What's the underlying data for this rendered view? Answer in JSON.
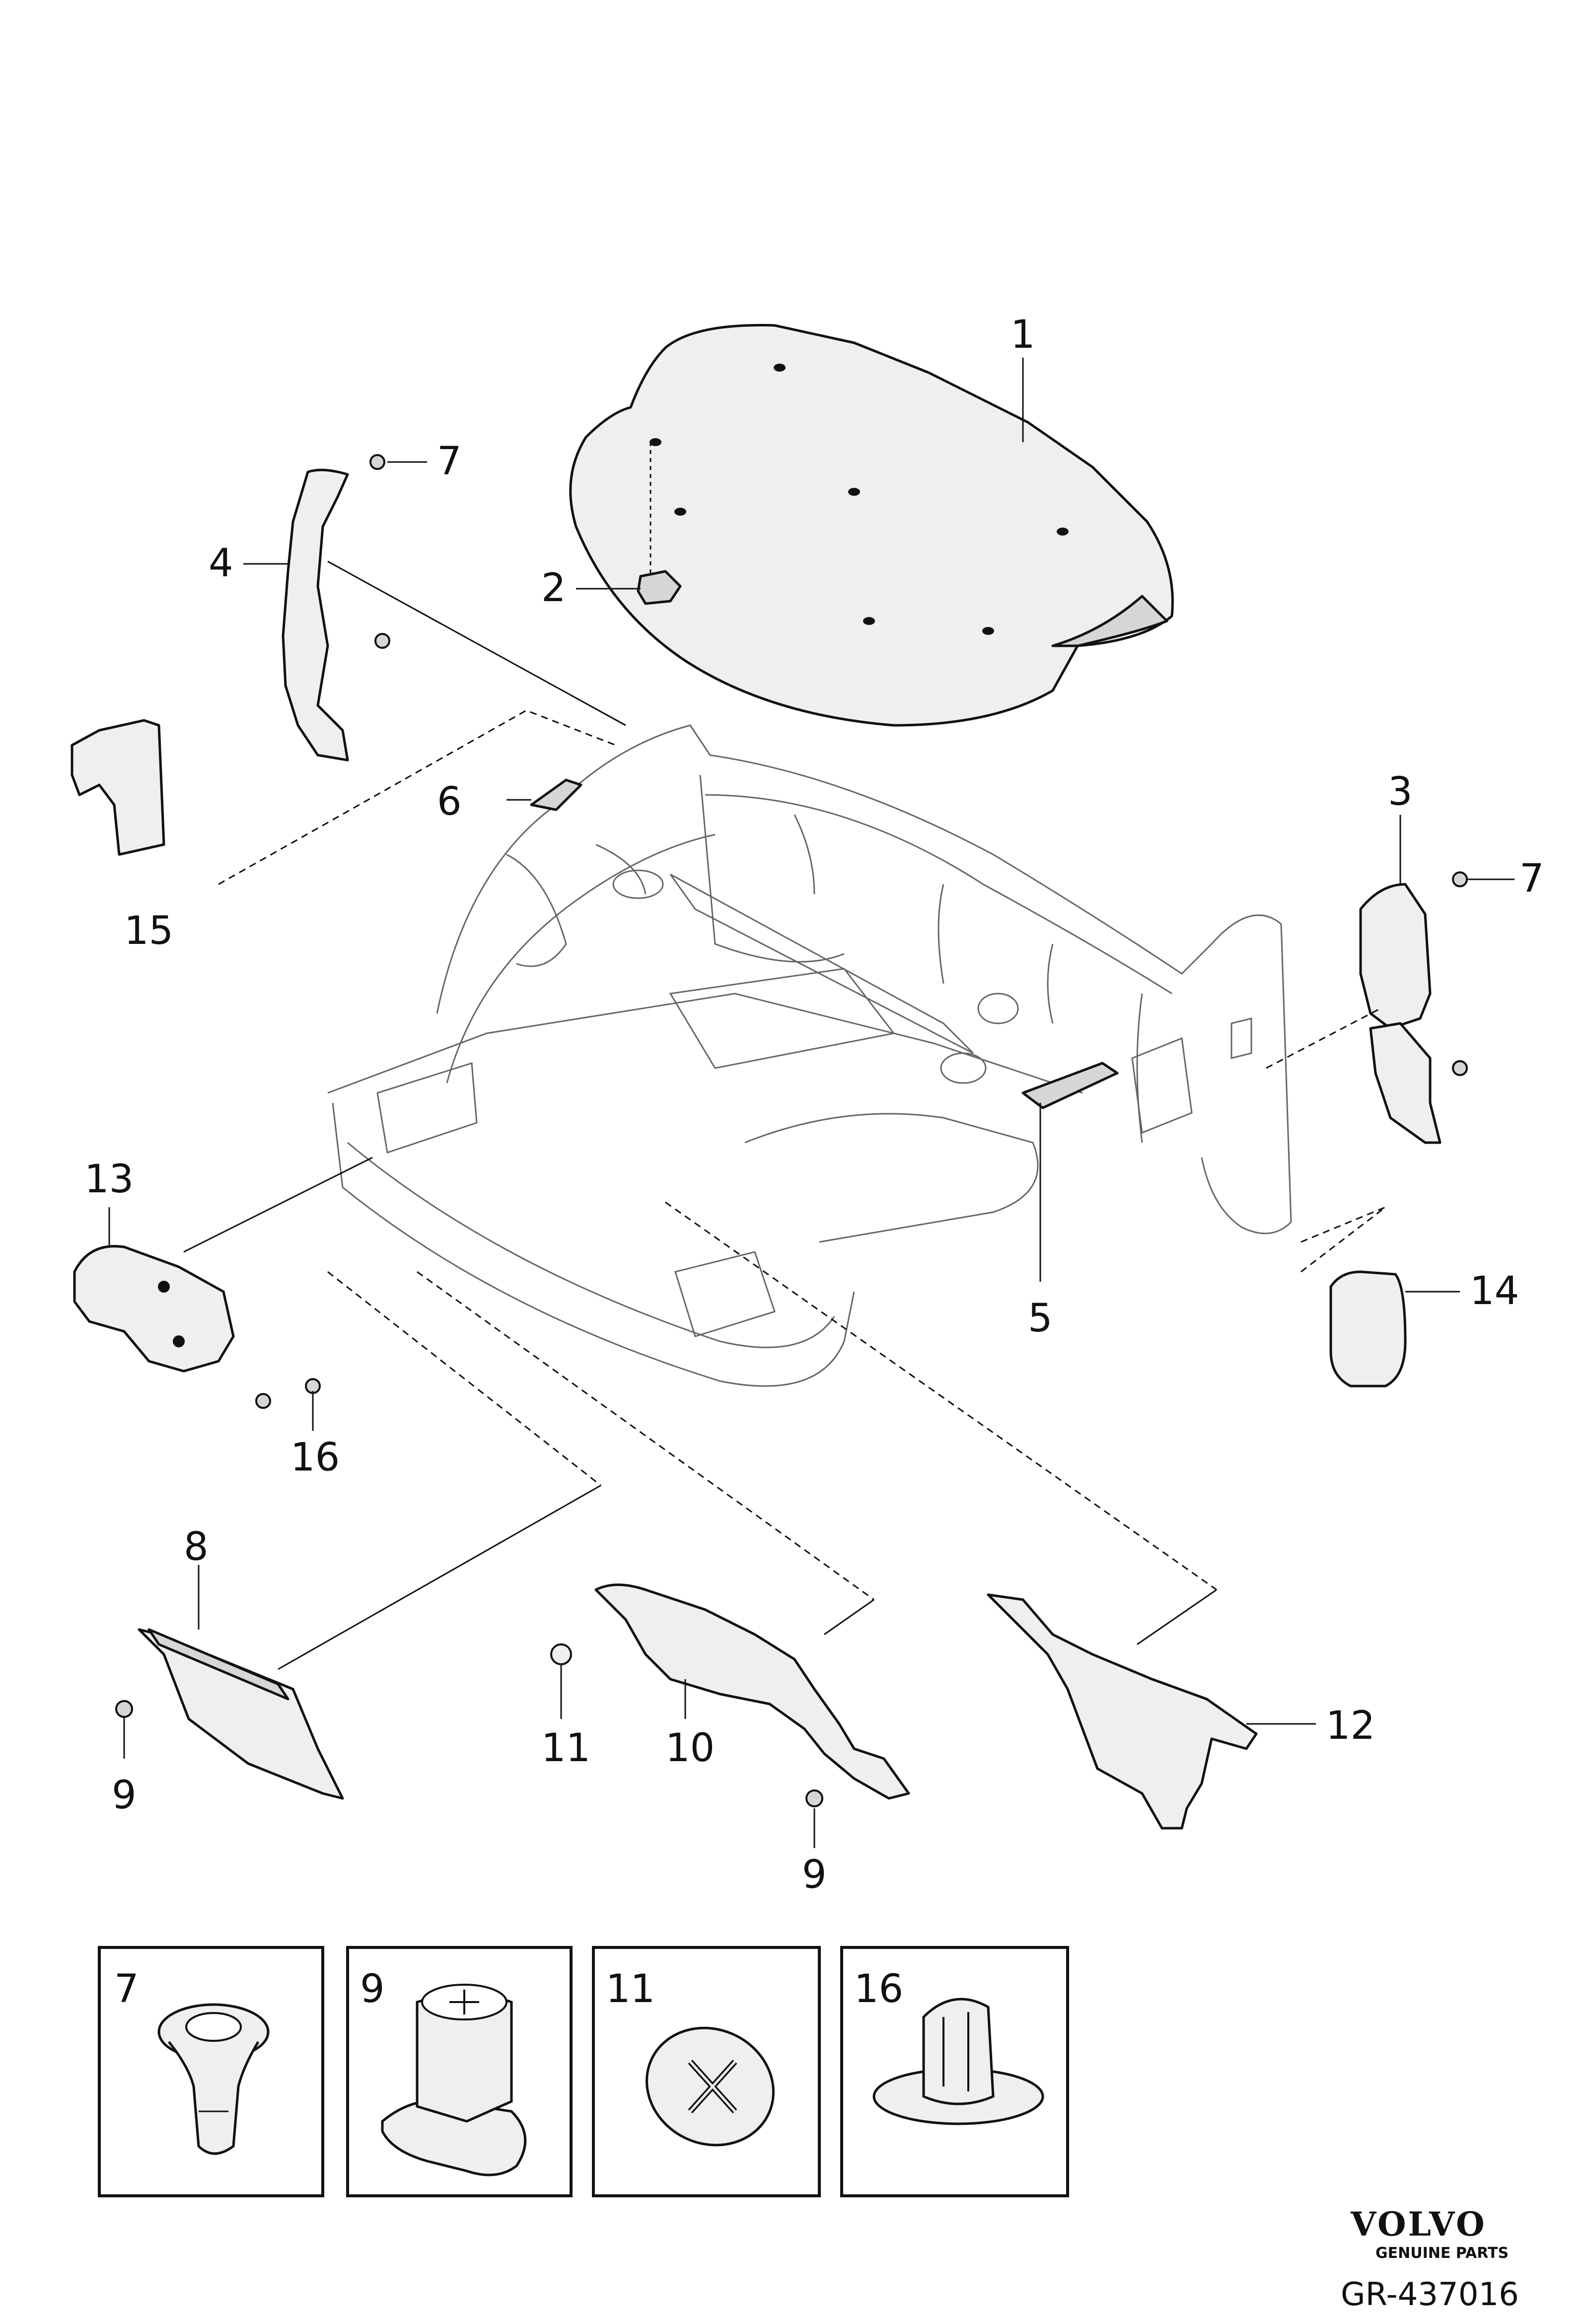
{
  "callouts": {
    "c1": "1",
    "c2": "2",
    "c3": "3",
    "c4": "4",
    "c5": "5",
    "c6": "6",
    "c7a": "7",
    "c7b": "7",
    "c8": "8",
    "c9a": "9",
    "c9b": "9",
    "c10": "10",
    "c11": "11",
    "c12": "12",
    "c13": "13",
    "c14": "14",
    "c15": "15",
    "c16": "16"
  },
  "detail_boxes": [
    {
      "label": "7"
    },
    {
      "label": "9"
    },
    {
      "label": "11"
    },
    {
      "label": "16"
    }
  ],
  "brand": {
    "name": "VOLVO",
    "tagline": "GENUINE PARTS",
    "reference": "GR-437016"
  }
}
